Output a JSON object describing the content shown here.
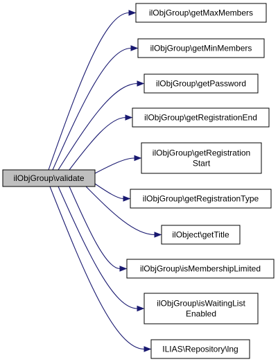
{
  "diagram": {
    "type": "call-graph",
    "edge_color": "#191970",
    "root_fill": "#bfbfbf",
    "root": {
      "id": "validate",
      "lines": [
        "ilObjGroup\\validate"
      ]
    },
    "callees": [
      {
        "id": "getMaxMembers",
        "lines": [
          "ilObjGroup\\getMaxMembers"
        ]
      },
      {
        "id": "getMinMembers",
        "lines": [
          "ilObjGroup\\getMinMembers"
        ]
      },
      {
        "id": "getPassword",
        "lines": [
          "ilObjGroup\\getPassword"
        ]
      },
      {
        "id": "getRegistrationEnd",
        "lines": [
          "ilObjGroup\\getRegistrationEnd"
        ]
      },
      {
        "id": "getRegistrationStart",
        "lines": [
          "ilObjGroup\\getRegistration",
          "Start"
        ]
      },
      {
        "id": "getRegistrationType",
        "lines": [
          "ilObjGroup\\getRegistrationType"
        ]
      },
      {
        "id": "getTitle",
        "lines": [
          "ilObject\\getTitle"
        ]
      },
      {
        "id": "isMembershipLimited",
        "lines": [
          "ilObjGroup\\isMembershipLimited"
        ]
      },
      {
        "id": "isWaitingListEnabled",
        "lines": [
          "ilObjGroup\\isWaitingList",
          "Enabled"
        ]
      },
      {
        "id": "lng",
        "lines": [
          "ILIAS\\Repository\\lng"
        ]
      }
    ]
  }
}
